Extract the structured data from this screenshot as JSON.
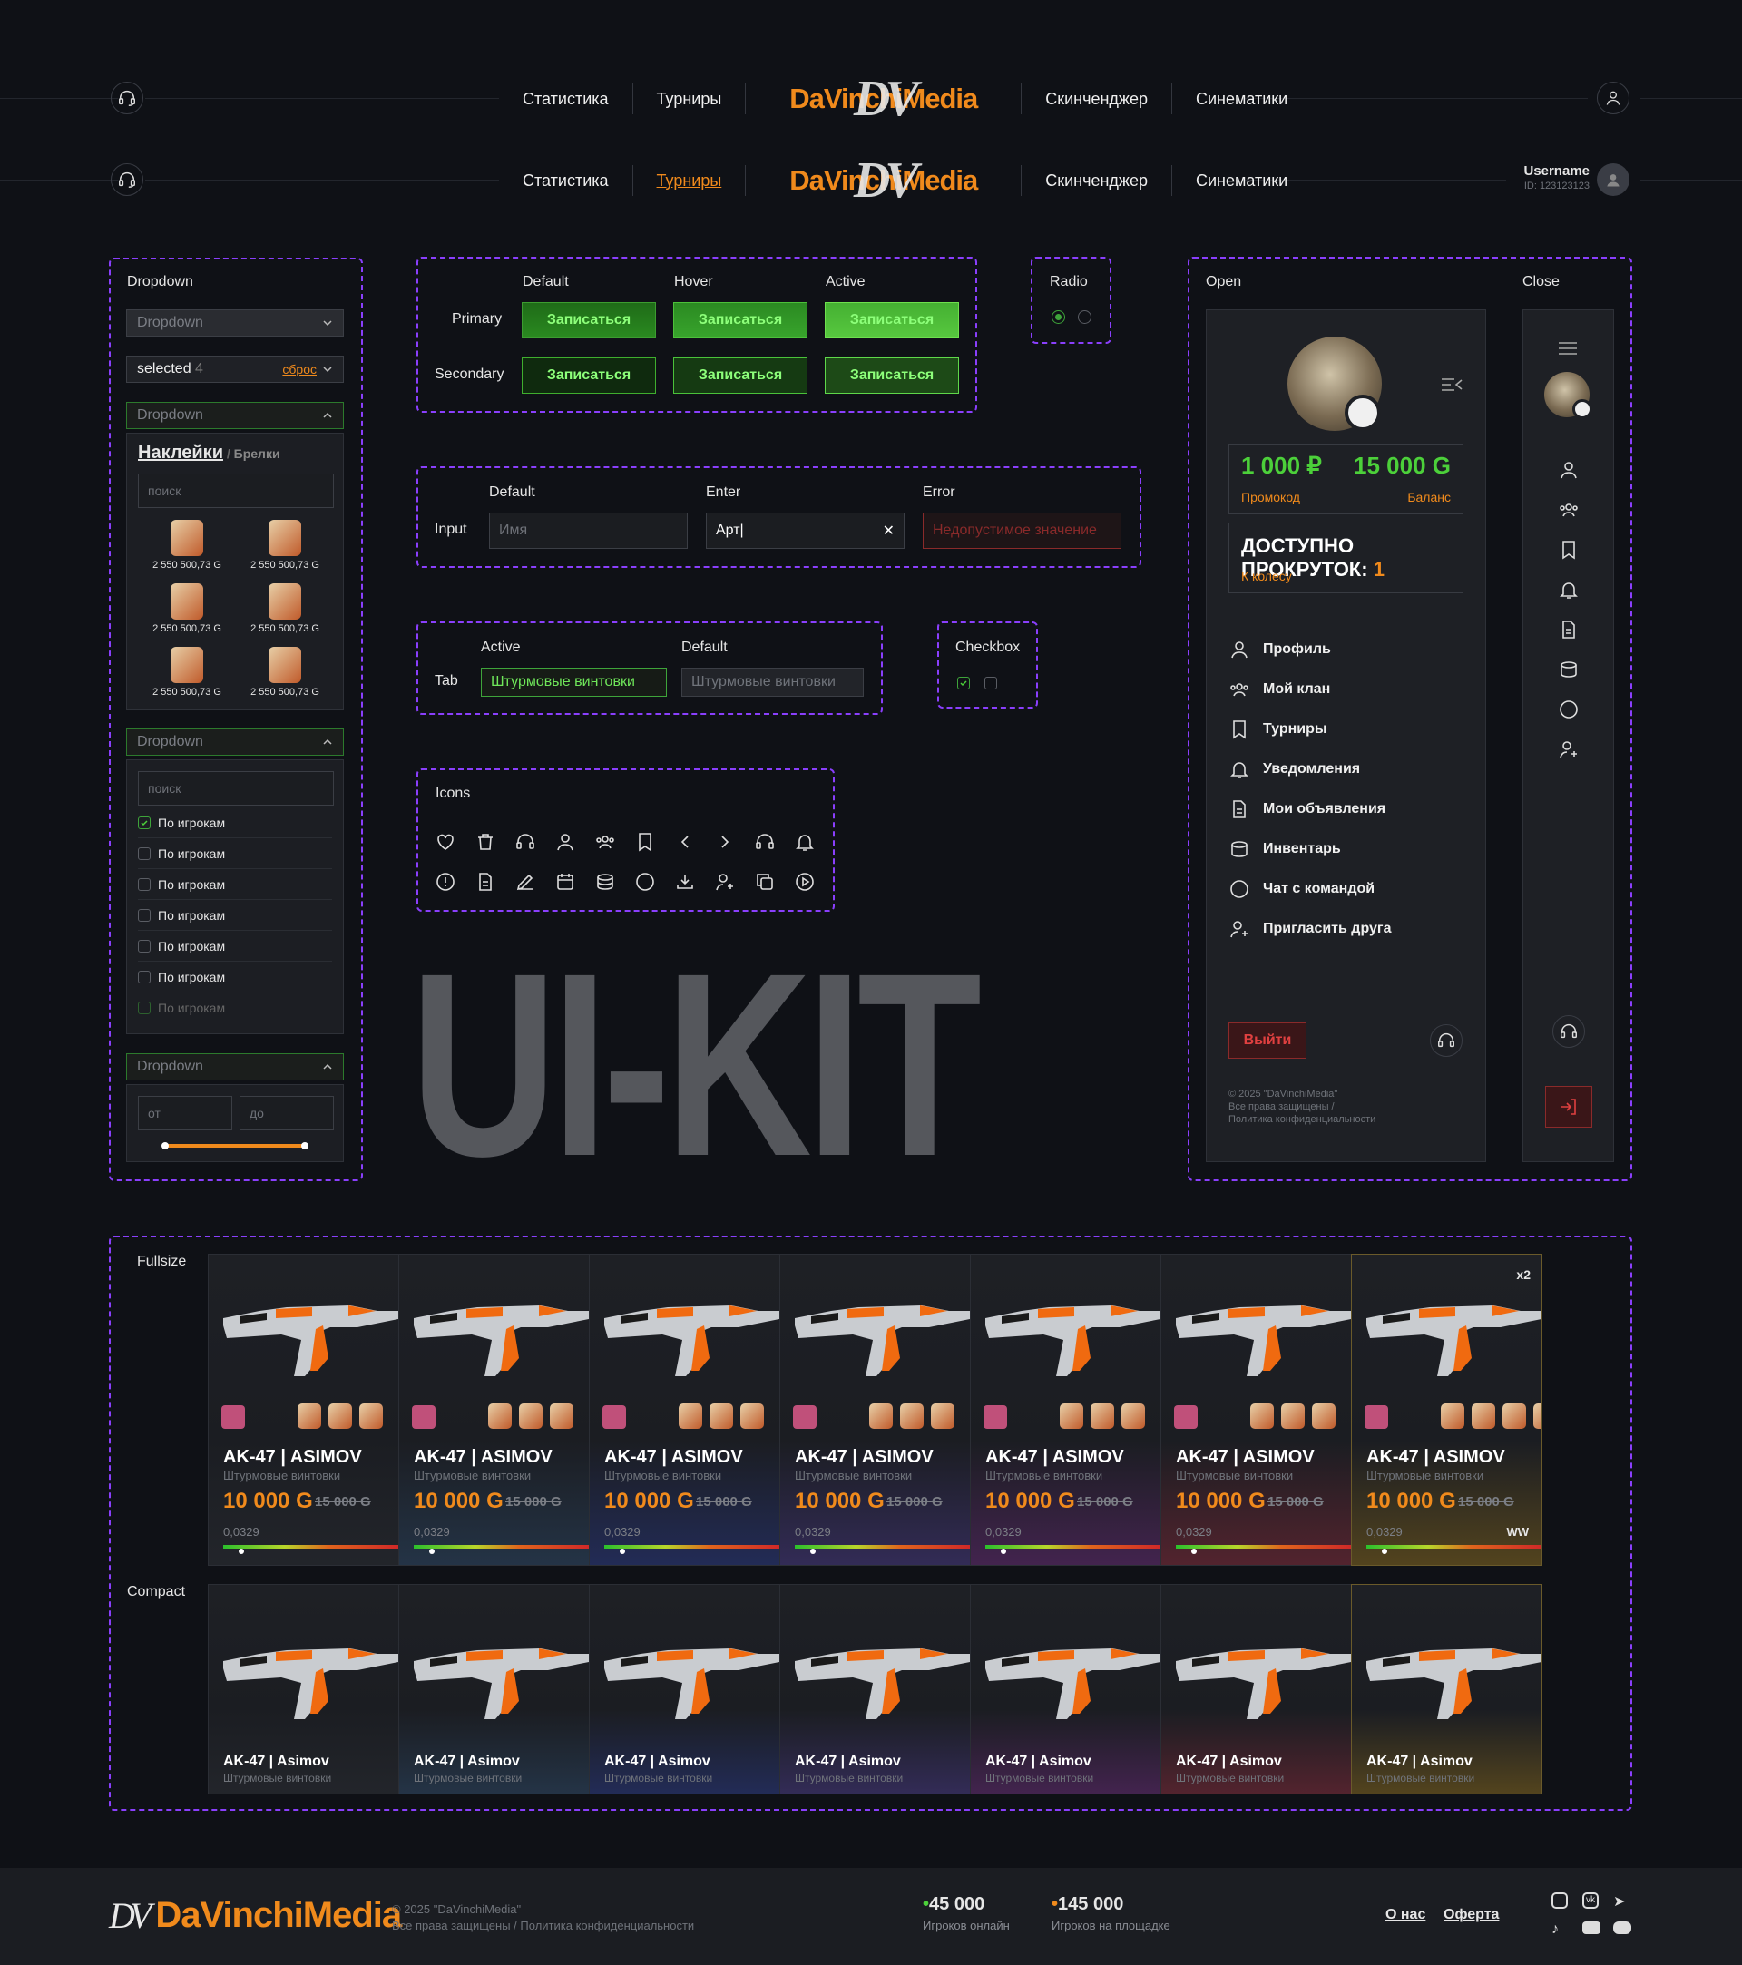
{
  "header": {
    "nav": [
      "Статистика",
      "Турниры",
      "Скинченджер",
      "Синематики"
    ],
    "logo": "DaVinchiMedia",
    "username": "Username",
    "user_id": "ID: 123123123"
  },
  "dropdown": {
    "title": "Dropdown",
    "placeholder": "Dropdown",
    "selected_label": "selected",
    "selected_count": "4",
    "reset": "сброс",
    "tabs": [
      "Наклейки",
      "Брелки"
    ],
    "search": "поиск",
    "price": "2 550 500,73 G",
    "filter_items": [
      "По игрокам",
      "По игрокам",
      "По игрокам",
      "По игрокам",
      "По игрокам",
      "По игрокам",
      "По игрокам"
    ],
    "from": "от",
    "to": "до"
  },
  "buttons": {
    "cols": [
      "Default",
      "Hover",
      "Active"
    ],
    "rows": [
      "Primary",
      "Secondary"
    ],
    "label": "Записаться"
  },
  "radio": {
    "title": "Radio"
  },
  "input": {
    "row": "Input",
    "cols": [
      "Default",
      "Enter",
      "Error"
    ],
    "placeholder": "Имя",
    "value": "Арт|",
    "error": "Недопустимое значение"
  },
  "tab": {
    "row": "Tab",
    "cols": [
      "Active",
      "Default"
    ],
    "label": "Штурмовые винтовки"
  },
  "checkbox": {
    "title": "Checkbox"
  },
  "icons": {
    "title": "Icons"
  },
  "kit": "UI-KIT",
  "sidebar": {
    "open": "Open",
    "close": "Close",
    "rub": "1 000 ₽",
    "gold": "15 000 G",
    "promo": "Промокод",
    "balance": "Баланс",
    "spins": "ДОСТУПНО ПРОКРУТОК:",
    "spins_n": "1",
    "wheel": "К колесу",
    "menu": [
      "Профиль",
      "Мой клан",
      "Турниры",
      "Уведомления",
      "Мои объявления",
      "Инвентарь",
      "Чат с командой",
      "Пригласить друга"
    ],
    "logout": "Выйти",
    "copy1": "© 2025 \"DaVinchiMedia\"",
    "copy2": "Все права защищены /",
    "copy3": "Политика конфиденциальности"
  },
  "cards": {
    "full": "Fullsize",
    "compact": "Compact",
    "name": "AK-47 | ASIMOV",
    "name_c": "AK-47 | Asimov",
    "cat": "Штурмовые винтовки",
    "price": "10 000 G",
    "old": "15 000 G",
    "float": "0,0329",
    "x2": "x2",
    "ww": "WW",
    "glows": [
      "#2a2d33",
      "#2d4a6a",
      "#2a3a8a",
      "#4a3a8a",
      "#6a2a7a",
      "#8a2a3a",
      "#8a6a1a"
    ]
  },
  "footer": {
    "copy1": "© 2025 \"DaVinchiMedia\"",
    "copy2": "Все права защищены / Политика конфиденциальности",
    "online": "45 000",
    "online_l": "Игроков онлайн",
    "total": "145 000",
    "total_l": "Игроков на площадке",
    "about": "О нас",
    "offer": "Оферта"
  }
}
